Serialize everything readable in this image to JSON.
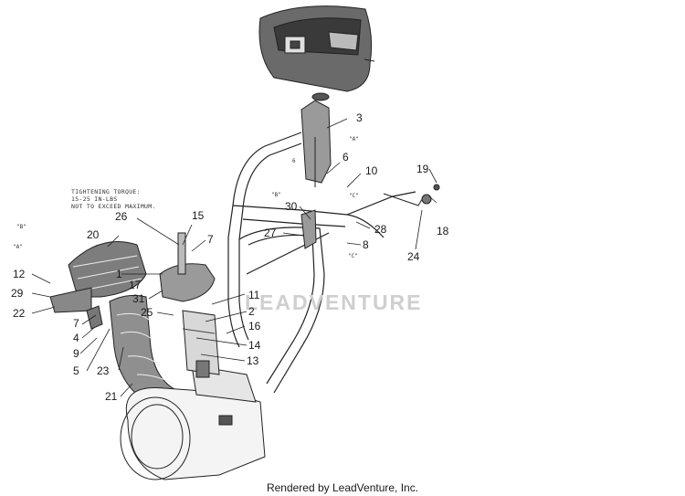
{
  "callouts": {
    "p1": "1",
    "p2": "2",
    "p3": "3",
    "p4": "4",
    "p5": "5",
    "p6": "6",
    "p6b": "6",
    "p7": "7",
    "p8": "8",
    "p9": "9",
    "p10": "10",
    "p11": "11",
    "p12": "12",
    "p13": "13",
    "p14": "14",
    "p15": "15",
    "p16": "16",
    "p17": "17",
    "p18": "18",
    "p19": "19",
    "p20": "20",
    "p21": "21",
    "p22": "22",
    "p23": "23",
    "p24": "24",
    "p25": "25",
    "p26": "26",
    "p27": "27",
    "p28": "28",
    "p29": "29",
    "p30": "30",
    "p31": "31"
  },
  "refs": {
    "a_top": "\"A\"",
    "a_left": "\"A\"",
    "b_left": "\"B\"",
    "b_mid": "\"B\"",
    "c_top": "\"C\"",
    "c_bottom": "\"C\""
  },
  "note": {
    "line1": "TIGHTENING TORQUE:",
    "line2": "15-25 IN-LBS",
    "line3": "NOT TO EXCEED MAXIMUM."
  },
  "watermark": "LEADVENTURE",
  "footer": "Rendered by LeadVenture, Inc."
}
